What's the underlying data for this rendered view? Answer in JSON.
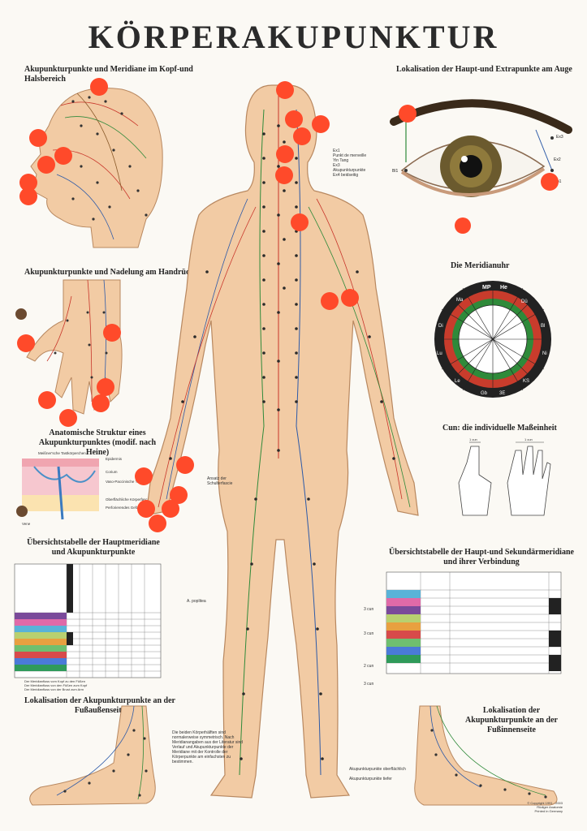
{
  "title": "KÖRPERAKUPUNKTUR",
  "sections": {
    "head": "Akupunkturpunkte und Meridiane im Kopf-und Halsbereich",
    "eye": "Lokalisation der Haupt-und Extrapunkte am Auge",
    "hand": "Akupunkturpunkte und Nadelung am Handrücken",
    "meridian_clock": "Die Meridianuhr",
    "skin": "Anatomische Struktur eines Akupunkturpunktes (modif. nach Heine)",
    "cun": "Cun: die individuelle Maßeinheit",
    "main_table": "Übersichtstabelle der Hauptmeridiane und Akupunkturpunkte",
    "secondary_table": "Übersichtstabelle der Haupt-und Sekundärmeridiane und ihrer Verbindung",
    "foot_outer": "Lokalisation der Akupunkturpunkte an der Fußaußenseite",
    "foot_inner": "Lokalisation der Akupunkturpunkte an der Fußinnenseite"
  },
  "clock": {
    "top_labels": [
      "MP",
      "He"
    ],
    "ring_labels": [
      "Ma",
      "Dü",
      "Di",
      "Bl",
      "Lu",
      "Ni",
      "Le",
      "KS",
      "Gb",
      "3E"
    ]
  },
  "skin_labels": [
    "Epidermis",
    "Corium",
    "Vaso-Paccinische Tastkörperchen",
    "Oberflächliche Körperfascie",
    "Perforierendes Gefäßnervenbündel",
    "Vene",
    "Meißner'sche Tastkörperchen"
  ],
  "cun_labels": [
    "1 cun",
    "1 cun"
  ],
  "eye_labels": [
    "Bl1",
    "Ex3",
    "Ex2",
    "Gb1"
  ],
  "body_notes": {
    "near_neck": [
      "Ex1",
      "Punkt de merveille",
      "Yin Tang",
      "Ex3",
      "Akupunkturpunkte",
      "Ex4 beidseitig"
    ],
    "fascia": "Ansatz der Schulterfascie",
    "popliteal": "A. poplitea",
    "foot_note_1": "Akupunkturpunkte oberflächlich",
    "foot_note_2": "Akupunkturpunkte tiefer"
  },
  "cun_markers": [
    "3 cun",
    "3 cun",
    "2 cun",
    "3 cun"
  ],
  "body_paragraph": "Die beiden Körperhälften sind normalerweise symmetrisch. Nach Meridianangaben aus der Literatur sind Verlauf und Akupunkturpunkte der Meridiane mit der Kontrolle der Körperpunkte am einfachsten zu bestimmen.",
  "table_footnotes": [
    "Der Meridianfluss vom Kopf zu den Füßen",
    "Der Meridianfluss von den Füßen zum Kopf",
    "Der Meridianfluss von der Brust zum Arm"
  ],
  "footer": [
    "© Copyright 1991 · 2003",
    "Rüdiger Anatomie",
    "Printed in Germany"
  ],
  "colors": {
    "marker": "#ff4a2a",
    "skin": "#f2cba4",
    "meridian_red": "#c8352a",
    "meridian_green": "#2f8a3a",
    "meridian_blue": "#2d5aa8",
    "clock_green": "#2f8a3a",
    "clock_red": "#c83c2c",
    "clock_black": "#222222"
  }
}
